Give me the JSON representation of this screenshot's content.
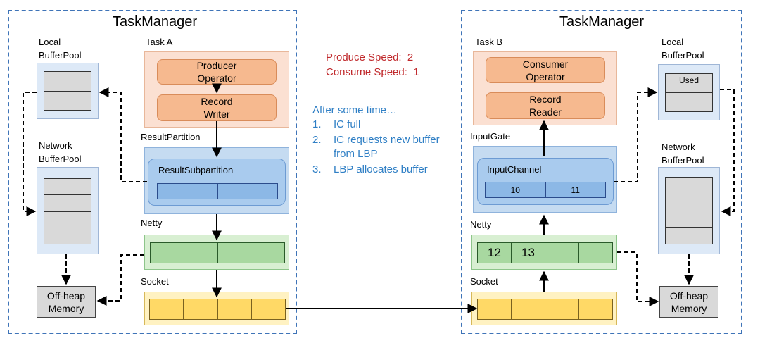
{
  "speeds": {
    "produce": "Produce Speed:  2",
    "consume": "Consume Speed:  1"
  },
  "steps": {
    "intro": "After some time…",
    "items": [
      {
        "num": "1.",
        "text": "IC full"
      },
      {
        "num": "2.",
        "text": "IC requests new buffer"
      },
      {
        "num": "",
        "text": "from LBP"
      },
      {
        "num": "3.",
        "text": "LBP allocates buffer"
      }
    ]
  },
  "left": {
    "title": "TaskManager",
    "task_label": "Task A",
    "operator": "Producer\nOperator",
    "writer": "Record\nWriter",
    "partition_label": "ResultPartition",
    "subpartition_label": "ResultSubpartition",
    "netty_label": "Netty",
    "socket_label": "Socket",
    "local_pool_label": "Local\nBufferPool",
    "network_pool_label": "Network\nBufferPool",
    "offheap": "Off-heap\nMemory"
  },
  "right": {
    "title": "TaskManager",
    "task_label": "Task B",
    "operator": "Consumer\nOperator",
    "reader": "Record\nReader",
    "gate_label": "InputGate",
    "channel_label": "InputChannel",
    "channel_cells": [
      "10",
      "11"
    ],
    "netty_label": "Netty",
    "netty_cells": [
      "12",
      "13",
      "",
      ""
    ],
    "socket_label": "Socket",
    "local_pool_label": "Local\nBufferPool",
    "local_used": "Used",
    "network_pool_label": "Network\nBufferPool",
    "offheap": "Off-heap\nMemory"
  },
  "colors": {
    "frame": "#3f74b8",
    "speed": "#c0282b",
    "steps": "#2f7fc5"
  }
}
